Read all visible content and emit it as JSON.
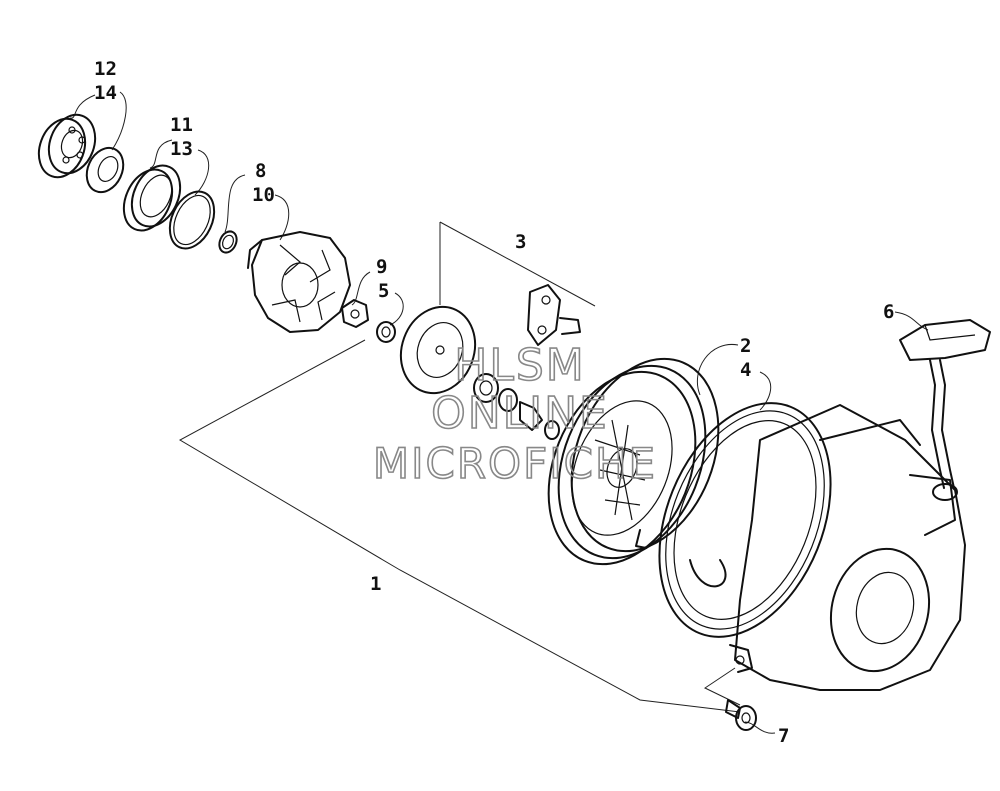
{
  "diagram": {
    "callouts": {
      "c1": "1",
      "c2": "2",
      "c3": "3",
      "c4": "4",
      "c5": "5",
      "c6": "6",
      "c7": "7",
      "c8": "8",
      "c9": "9",
      "c10": "10",
      "c11": "11",
      "c12": "12",
      "c13": "13",
      "c14": "14"
    },
    "watermark": {
      "line1": "HLSM",
      "line2": "ONLINE",
      "line3": "MICROFICHE"
    }
  }
}
